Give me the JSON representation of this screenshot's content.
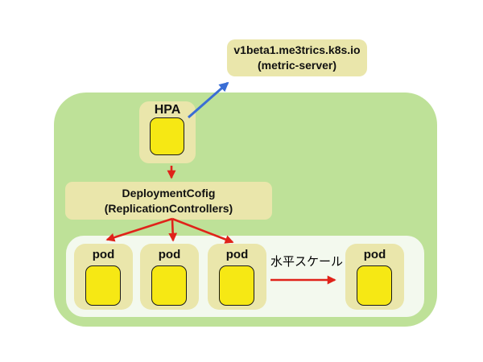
{
  "diagram": {
    "metric_box": {
      "line1": "v1beta1.me3trics.k8s.io",
      "line2": "(metric-server)"
    },
    "hpa": {
      "label": "HPA"
    },
    "deployment": {
      "line1": "DeploymentCofig",
      "line2": "(ReplicationControllers)"
    },
    "pods": [
      {
        "label": "pod"
      },
      {
        "label": "pod"
      },
      {
        "label": "pod"
      },
      {
        "label": "pod"
      }
    ],
    "scale_label": "水平スケール"
  },
  "colors": {
    "green": "#bee198",
    "khaki": "#eae6ab",
    "yellow": "#f6e814",
    "panel": "#f3f9ee",
    "red": "#e0231a",
    "blue": "#3a6ed5",
    "border": "#1a1a1a",
    "text": "#111111"
  }
}
